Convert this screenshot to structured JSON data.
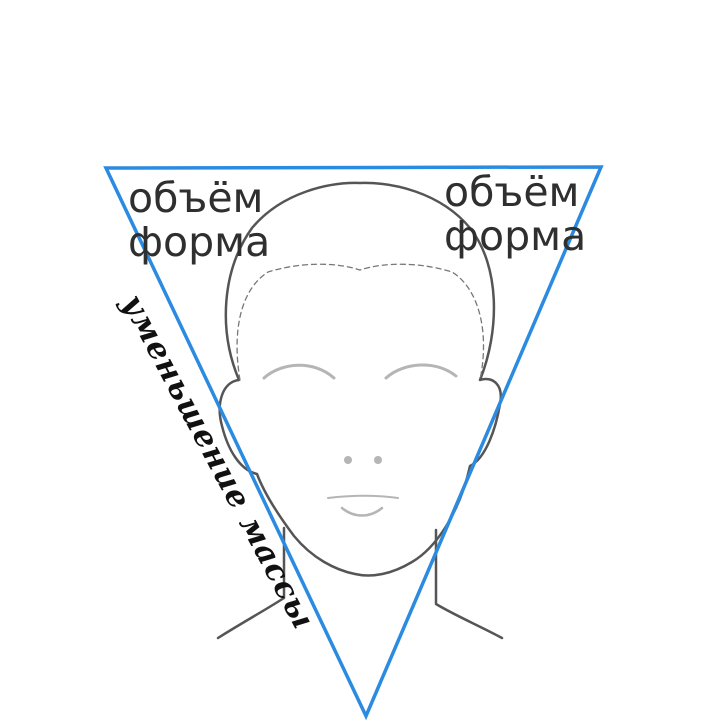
{
  "labels": {
    "left": {
      "line1": "объём",
      "line2": "форма"
    },
    "right": {
      "line1": "объём",
      "line2": "форма"
    }
  },
  "side_caption": "уменьшение массы",
  "colors": {
    "triangle": "#2b8be0",
    "face_outline": "#555555",
    "features": "#b5b5b5",
    "text": "#2f2f2f"
  }
}
